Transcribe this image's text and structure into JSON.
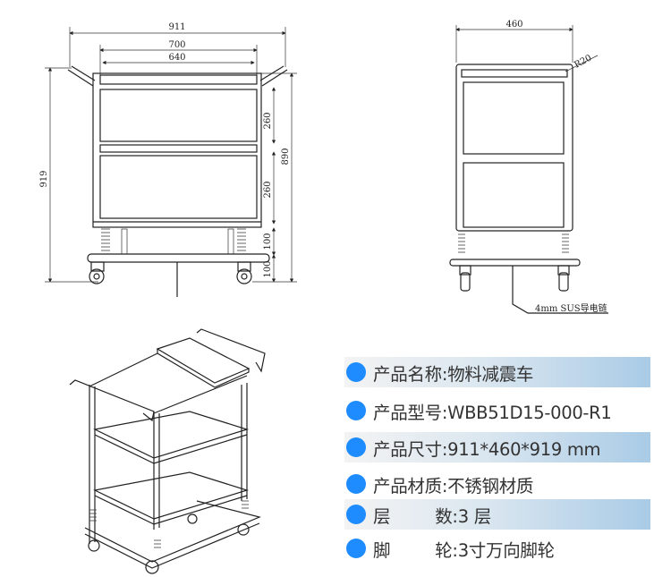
{
  "front_view": {
    "dims": {
      "overall_width": "911",
      "inner_width": "700",
      "shelf_width": "640",
      "overall_height": "919",
      "frame_height": "890",
      "shelf1_gap": "260",
      "shelf2_gap": "260",
      "spring_height": "100",
      "wheel_height": "100"
    }
  },
  "side_view": {
    "dims": {
      "depth": "460",
      "radius": "R20"
    },
    "cable_label": "4mm  SUS导电链"
  },
  "specs": [
    {
      "label": "产品名称",
      "value": "物料减震车"
    },
    {
      "label": "产品型号",
      "value": "WBB51D15-000-R1"
    },
    {
      "label": "产品尺寸",
      "value": "911*460*919 mm"
    },
    {
      "label": "产品材质",
      "value": "不锈钢材质"
    },
    {
      "label_a": "层",
      "label_b": "数",
      "value": "3 层"
    },
    {
      "label_a": "脚",
      "label_b": "轮",
      "value": "3寸万向脚轮"
    }
  ],
  "colors": {
    "bullet": "#1e8cff",
    "band_end": "#a9cbe6",
    "text": "#333333"
  }
}
